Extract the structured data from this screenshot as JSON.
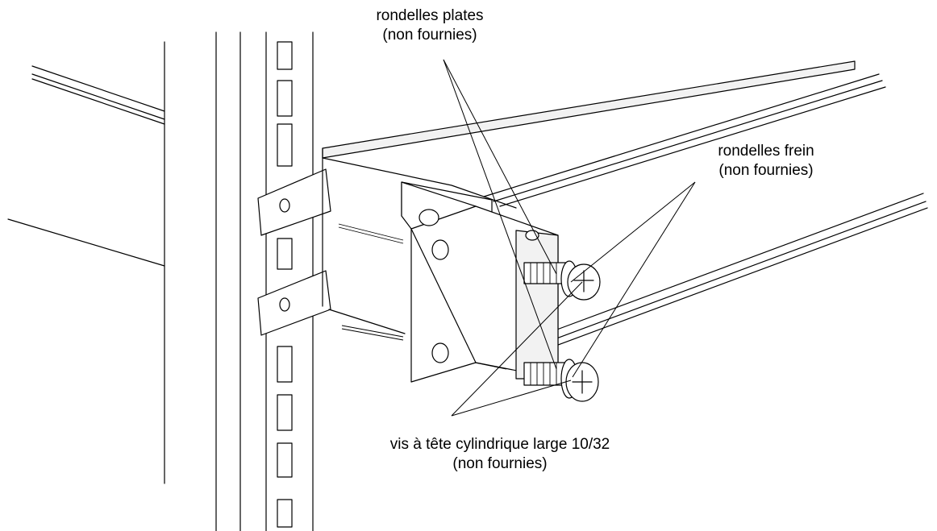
{
  "callouts": {
    "flat_washers": {
      "line1": "rondelles plates",
      "line2": "(non fournies)"
    },
    "lock_washers": {
      "line1": "rondelles frein",
      "line2": "(non fournies)"
    },
    "screws": {
      "line1": "vis à tête cylindrique large 10/32",
      "line2": "(non fournies)"
    }
  }
}
